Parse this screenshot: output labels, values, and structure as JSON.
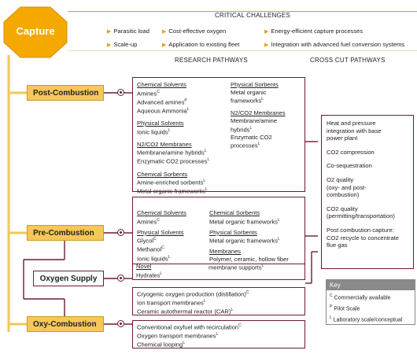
{
  "capture_label": "Capture",
  "headers": {
    "critical": "CRITICAL CHALLENGES",
    "research": "RESEARCH PATHWAYS",
    "crosscut": "CROSS CUT PATHWAYS"
  },
  "challenges": [
    "Parasitic load",
    "Cost-effective oxygen",
    "Energy-efficient capture processes",
    "Scale-up",
    "Application to existing fleet",
    "Integration with advanced fuel conversion systems"
  ],
  "stages": {
    "post": "Post-Combustion",
    "pre": "Pre-Combustion",
    "oxygen": "Oxygen Supply",
    "oxy": "Oxy-Combustion"
  },
  "post_box": {
    "chem_solvents_title": "Chemical Solvents",
    "amines": "Amines",
    "amines_sup": "C",
    "adv_amines": "Advanced amines",
    "adv_amines_sup": "P",
    "aq_ammonia": "Aqueous Ammonia",
    "aq_ammonia_sup": "L",
    "phys_solvents_title": "Physical Solvents",
    "ionic": "Ionic liquids",
    "ionic_sup": "L",
    "n2co2_title": "N2/CO2 Membranes",
    "membrane_amine": "Membrane/amine hybrids",
    "membrane_amine_sup": "L",
    "enzymatic": "Enzymatic CO2 processes",
    "enzymatic_sup": "L",
    "chem_sorbents_title": "Chemical Sorbents",
    "amine_enriched": "Amine-enriched sorbents",
    "amine_enriched_sup": "L",
    "mof": "Metal organic frameworks",
    "mof_sup": "L",
    "phys_sorbents_title": "Physical Sorbents",
    "mof2_a": "Metal organic",
    "mof2_b": "frameworks",
    "mof2_sup": "L",
    "n2co2_title2": "N2/CO2 Membranes",
    "mem2_a": "Membrane/amine",
    "mem2_b": "hybrids",
    "mem2_sup": "L",
    "enz2_a": "Enzymatic CO2",
    "enz2_b": "processes",
    "enz2_sup": "L"
  },
  "pre_box": {
    "chem_solvents_title": "Chemical Solvents",
    "amines": "Amines",
    "amines_sup": "C",
    "phys_solvents_title": "Physical Solvents",
    "glycol": "Glycol",
    "glycol_sup": "C",
    "methanol": "Methanol",
    "methanol_sup": "C",
    "ionic": "Ionic liquids",
    "ionic_sup": "L",
    "novel_title": "Novel",
    "hydrates": "Hydrates",
    "hydrates_sup": "L",
    "chem_sorbents_title": "Chemical Sorbents",
    "mof": "Metal organic frameworks",
    "mof_sup": "L",
    "phys_sorbents_title": "Physical Sorbents",
    "mof2": "Metal organic frameworks",
    "mof2_sup": "L",
    "membranes_title": "Membranes",
    "poly": "Polymer, ceramic, hollow fiber",
    "mem_supports": "membrane supports",
    "mem_supports_sup": "L"
  },
  "oxygen_box": {
    "l1": "Cryogenic oxygen production (distillation)",
    "l1_sup": "C",
    "l2": "Ion transport membranes",
    "l2_sup": "L",
    "l3": "Ceramic autothermal reactor (CAR)",
    "l3_sup": "L"
  },
  "oxy_box": {
    "l1": "Conventional oxyfuel with recirculation",
    "l1_sup": "C",
    "l2": "Oxygen transport membranes",
    "l2_sup": "L",
    "l3": "Chemical looping",
    "l3_sup": "L"
  },
  "crosscut": {
    "c1a": "Heat and pressure",
    "c1b": "integration with base",
    "c1c": "power plant",
    "c2": "CO2 compression",
    "c3": "Co-sequestration",
    "c4a": "O2 quality",
    "c4b": "(oxy- and post-",
    "c4c": "combustion)",
    "c5a": "CO2 quality",
    "c5b": "(permitting/transportation)",
    "c6a": "Post combustion capture:",
    "c6b": "CO2 recycle to concentrate",
    "c6c": "flue gas"
  },
  "key": {
    "title": "Key",
    "c_sup": "C",
    "c": "Commercially available",
    "p_sup": "P",
    "p": "Pilot Scale",
    "l_sup": "L",
    "l": "Laboratory scale/conceptual"
  },
  "colors": {
    "capture": "#f5a800",
    "stage": "#f6c85a",
    "box_border": "#6b1c33",
    "arrow": "#e0a020"
  }
}
